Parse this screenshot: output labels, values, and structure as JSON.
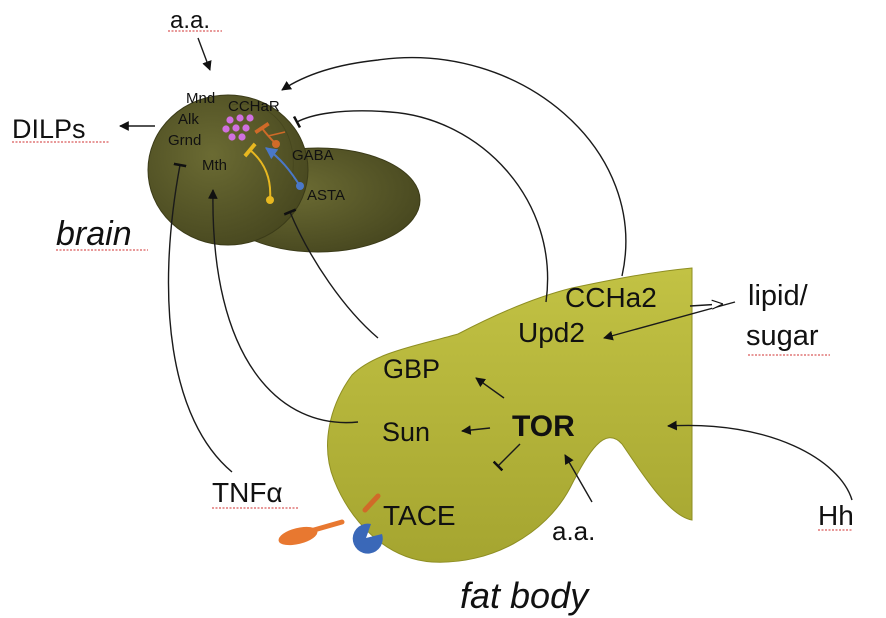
{
  "organs": {
    "brain": "brain",
    "fat_body": "fat body"
  },
  "brain_labels": {
    "mnd": "Mnd",
    "alk": "Alk",
    "grnd": "Grnd",
    "mth": "Mth",
    "cchar": "CCHaR",
    "gaba": "GABA",
    "asta": "ASTA"
  },
  "fat_body_labels": {
    "ccha2": "CCHa2",
    "upd2": "Upd2",
    "gbp": "GBP",
    "sun": "Sun",
    "tor": "TOR",
    "tace": "TACE"
  },
  "external_labels": {
    "aa_top": "a.a.",
    "dilps": "DILPs",
    "lipid_sugar_line1": "lipid/",
    "lipid_sugar_line2": "sugar",
    "tnf": "TNFα",
    "aa_bottom": "a.a.",
    "hh": "Hh"
  },
  "colors": {
    "brain_fill": "#5a5a2a",
    "brain_dark": "#3b3b18",
    "fat_body_fill": "#b8b83a",
    "fat_body_dark": "#8e8e22",
    "cchar_dots": "#d070e0",
    "gaba_neuron": "#d06a28",
    "asta_neuron": "#4a78c8",
    "yellow_neuron": "#e8b820",
    "tnf_ligand": "#e87830",
    "receptor": "#3a68b8",
    "tace_mark": "#d06a28"
  }
}
